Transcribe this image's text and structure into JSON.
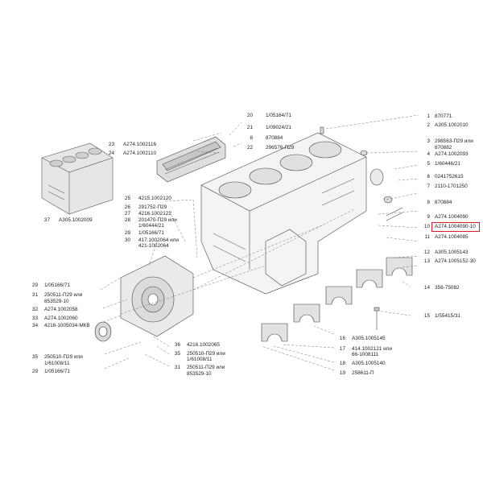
{
  "highlight_color": "#d11f2b",
  "callouts_right": [
    {
      "num": "1",
      "code": "870771"
    },
    {
      "num": "2",
      "code": "A305.1002010"
    },
    {
      "num": "3",
      "code": "298563-П29 или"
    },
    {
      "num": "",
      "code": "870882"
    },
    {
      "num": "4",
      "code": "A274.1002093"
    },
    {
      "num": "5",
      "code": "1/60446/21"
    },
    {
      "num": "6",
      "code": "0241752615"
    },
    {
      "num": "7",
      "code": "2110-1701250"
    },
    {
      "num": "8",
      "code": "870884"
    },
    {
      "num": "9",
      "code": "A274.1004090"
    },
    {
      "num": "10",
      "code": "A274.1004090-10"
    },
    {
      "num": "11",
      "code": "A274.1004085"
    },
    {
      "num": "12",
      "code": "A305.1005143"
    },
    {
      "num": "13",
      "code": "A274.1005152-30"
    },
    {
      "num": "14",
      "code": "356-75082"
    },
    {
      "num": "15",
      "code": "1/55415/31"
    }
  ],
  "callouts_top": [
    {
      "num": "20",
      "code": "1/05164/71"
    },
    {
      "num": "21",
      "code": "1/09024/21"
    },
    {
      "num": "8",
      "code": "870884"
    },
    {
      "num": "22",
      "code": "296576-П29"
    },
    {
      "num": "23",
      "code": "A274.1002116"
    },
    {
      "num": "24",
      "code": "A274.1002110"
    }
  ],
  "callouts_mid": [
    {
      "num": "25",
      "code": "4215.1002120"
    },
    {
      "num": "26",
      "code": "291752-П29"
    },
    {
      "num": "27",
      "code": "4216.1002122"
    },
    {
      "num": "28",
      "code": "201470-П29 или"
    },
    {
      "num": "",
      "code": "1/60444/21"
    },
    {
      "num": "29",
      "code": "1/05166/71"
    },
    {
      "num": "30",
      "code": "417.1002064 или"
    },
    {
      "num": "",
      "code": "421-1002064"
    }
  ],
  "block_label": {
    "num": "37",
    "code": "A305.1002009"
  },
  "callouts_left": [
    {
      "num": "29",
      "code": "1/05166/71"
    },
    {
      "num": "31",
      "code": "250511-П29 или"
    },
    {
      "num": "",
      "code": "853529-10"
    },
    {
      "num": "32",
      "code": "A274.1002058"
    },
    {
      "num": "33",
      "code": "A274.1002060"
    },
    {
      "num": "34",
      "code": "4216-1005034-МКВ"
    },
    {
      "num": "35",
      "code": "250510-П29 или"
    },
    {
      "num": "",
      "code": "1/61008/11"
    },
    {
      "num": "29",
      "code": "1/05166/71"
    }
  ],
  "callouts_bottom_center": [
    {
      "num": "36",
      "code": "4216.1002065"
    },
    {
      "num": "35",
      "code": "250510-П29 или"
    },
    {
      "num": "",
      "code": "1/61008/11"
    },
    {
      "num": "31",
      "code": "250511-П29 или"
    },
    {
      "num": "",
      "code": "853529-10"
    }
  ],
  "callouts_bottom_right": [
    {
      "num": "16",
      "code": "A305.1005145"
    },
    {
      "num": "17",
      "code": "414.1002121 или"
    },
    {
      "num": "",
      "code": "66-1008111"
    },
    {
      "num": "18",
      "code": "A305.1005140"
    },
    {
      "num": "19",
      "code": "258611-П"
    }
  ]
}
